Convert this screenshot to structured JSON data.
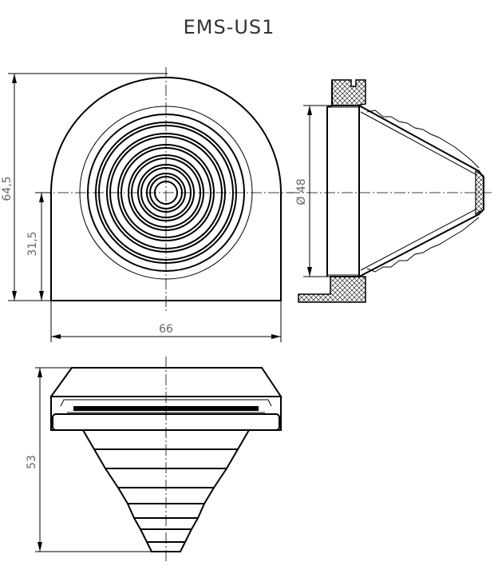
{
  "title": "EMS-US1",
  "dimensions": {
    "total_height": "64,5",
    "lower_height": "31,5",
    "width": "66",
    "diameter": "Ø 48",
    "cone_height": "53"
  }
}
